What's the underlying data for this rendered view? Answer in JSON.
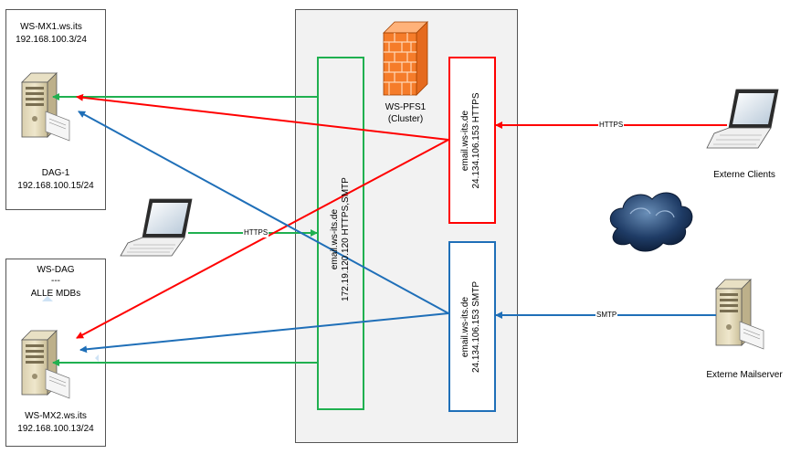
{
  "mx1": {
    "hostname": "WS-MX1.ws.its",
    "ip": "192.168.100.3/24",
    "dag_name": "DAG-1",
    "dag_ip": "192.168.100.15/24"
  },
  "dag": {
    "title": "WS-DAG",
    "separator": "---",
    "dbs": "ALLE MDBs"
  },
  "mx2": {
    "hostname": "WS-MX2.ws.its",
    "ip": "192.168.100.13/24"
  },
  "firewall": {
    "name": "WS-PFS1",
    "cluster": "(Cluster)"
  },
  "internal_vip": {
    "line1": "email.ws-its.de",
    "line2": "172.19.120.120 HTTPS,SMTP"
  },
  "external_https_vip": {
    "line1": "email.ws-its.de",
    "line2": "24.134.106.153 HTTPS"
  },
  "external_smtp_vip": {
    "line1": "email.ws-its.de",
    "line2": "24.134.106.153 SMTP"
  },
  "clients": {
    "label": "Externe Clients"
  },
  "mailserver": {
    "label": "Externe Mailserver"
  },
  "links": {
    "internal_client_label": "HTTPS",
    "external_client_label": "HTTPS",
    "mailserver_label": "SMTP"
  },
  "colors": {
    "https_red": "#ff0000",
    "internal_green": "#20b050",
    "smtp_blue": "#1f6fb8",
    "gray_bg": "#f2f2f2"
  }
}
